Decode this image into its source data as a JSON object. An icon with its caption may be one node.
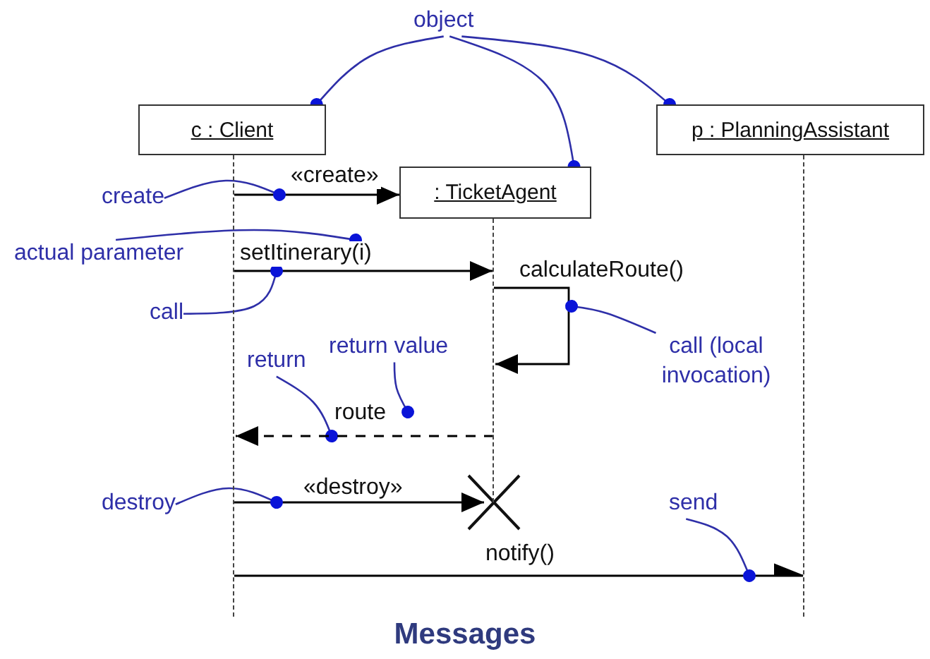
{
  "diagram": {
    "caption": "Messages",
    "nodes": [
      {
        "text": [
          "object"
        ]
      },
      {
        "text": [
          "c : Client"
        ]
      },
      {
        "text": [
          "p : PlanningAssistant"
        ]
      },
      {
        "text": [
          ": TicketAgent"
        ]
      },
      {
        "text": [
          "create"
        ]
      },
      {
        "text": [
          "actual parameter"
        ]
      },
      {
        "text": [
          "call"
        ]
      },
      {
        "text": [
          "call (local invocation)"
        ]
      },
      {
        "text": [
          "return value"
        ]
      },
      {
        "text": [
          "return"
        ]
      },
      {
        "text": [
          "destroy"
        ]
      },
      {
        "text": [
          "send"
        ]
      },
      {
        "text": [],
        "shape": "line"
      },
      {
        "text": [],
        "shape": "line"
      },
      {
        "text": [],
        "shape": "line"
      }
    ],
    "edges": [
      {
        "from": 0,
        "to": 1,
        "arrow": "other"
      },
      {
        "from": 0,
        "to": 3,
        "arrow": "other"
      },
      {
        "from": 0,
        "to": 2,
        "arrow": "other"
      },
      {
        "from": 12,
        "to": 3,
        "arrow": "to",
        "label": "«create»",
        "color": "#000000"
      },
      {
        "from": 4,
        "to": null,
        "arrow": "other"
      },
      {
        "from": 5,
        "to": null,
        "arrow": "other"
      },
      {
        "from": 12,
        "to": 13,
        "arrow": "to",
        "label": "setItinerary(i)",
        "color": "#000000"
      },
      {
        "from": 6,
        "to": null,
        "arrow": "other"
      },
      {
        "from": 13,
        "to": 13,
        "arrow": "to",
        "label": "calculateRoute()",
        "color": "#000000"
      },
      {
        "from": 7,
        "to": null,
        "arrow": "other"
      },
      {
        "from": 8,
        "to": null,
        "arrow": "other"
      },
      {
        "from": 9,
        "to": null,
        "arrow": "other"
      },
      {
        "from": 13,
        "to": 12,
        "arrow": "to",
        "label": "route",
        "style": "dashed",
        "color": "#000000"
      },
      {
        "from": 12,
        "to": 13,
        "arrow": "to",
        "label": "«destroy»",
        "color": "#000000"
      },
      {
        "from": 10,
        "to": null,
        "arrow": "other"
      },
      {
        "from": 12,
        "to": 14,
        "arrow": "to",
        "label": "notify()",
        "color": "#000000"
      },
      {
        "from": 11,
        "to": null,
        "arrow": "other"
      }
    ]
  }
}
